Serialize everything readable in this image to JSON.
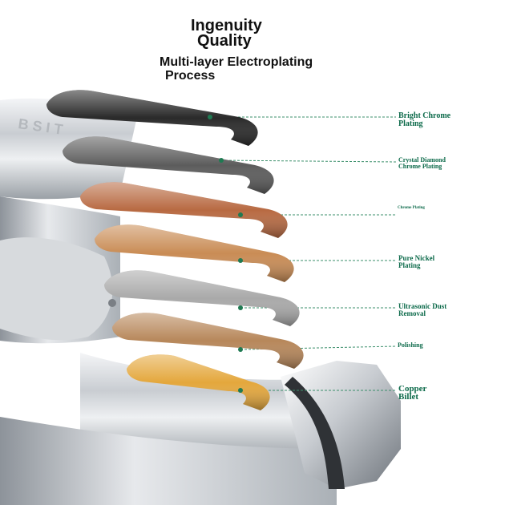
{
  "headline": {
    "line1": "Ingenuity",
    "line2": "Quality",
    "line3": "Multi-layer Electroplating",
    "line4": "Process"
  },
  "brand_mark": "BSIT",
  "layers": [
    {
      "line1": "Bright Chrome",
      "line2": "Plating",
      "color": "#2a2a2a"
    },
    {
      "line1": "Crystal Diamond",
      "line2": "Chrome Plating",
      "color": "#5c5c5c"
    },
    {
      "line1": "Chrome Plating",
      "line2": "",
      "color": "#b86a42"
    },
    {
      "line1": "Pure Nickel",
      "line2": "Plating",
      "color": "#c98c55"
    },
    {
      "line1": "Ultrasonic Dust",
      "line2": "Removal",
      "color": "#a9a9a9"
    },
    {
      "line1": "Polishing",
      "line2": "",
      "color": "#b7875a"
    },
    {
      "line1": "Copper",
      "line2": "Billet",
      "color": "#e4a73c"
    }
  ],
  "colors": {
    "label_text": "#0c6a4a",
    "leader_line": "#3b8f6b",
    "marker_dot": "#1f7a52",
    "chrome": "#c9cdd2"
  }
}
